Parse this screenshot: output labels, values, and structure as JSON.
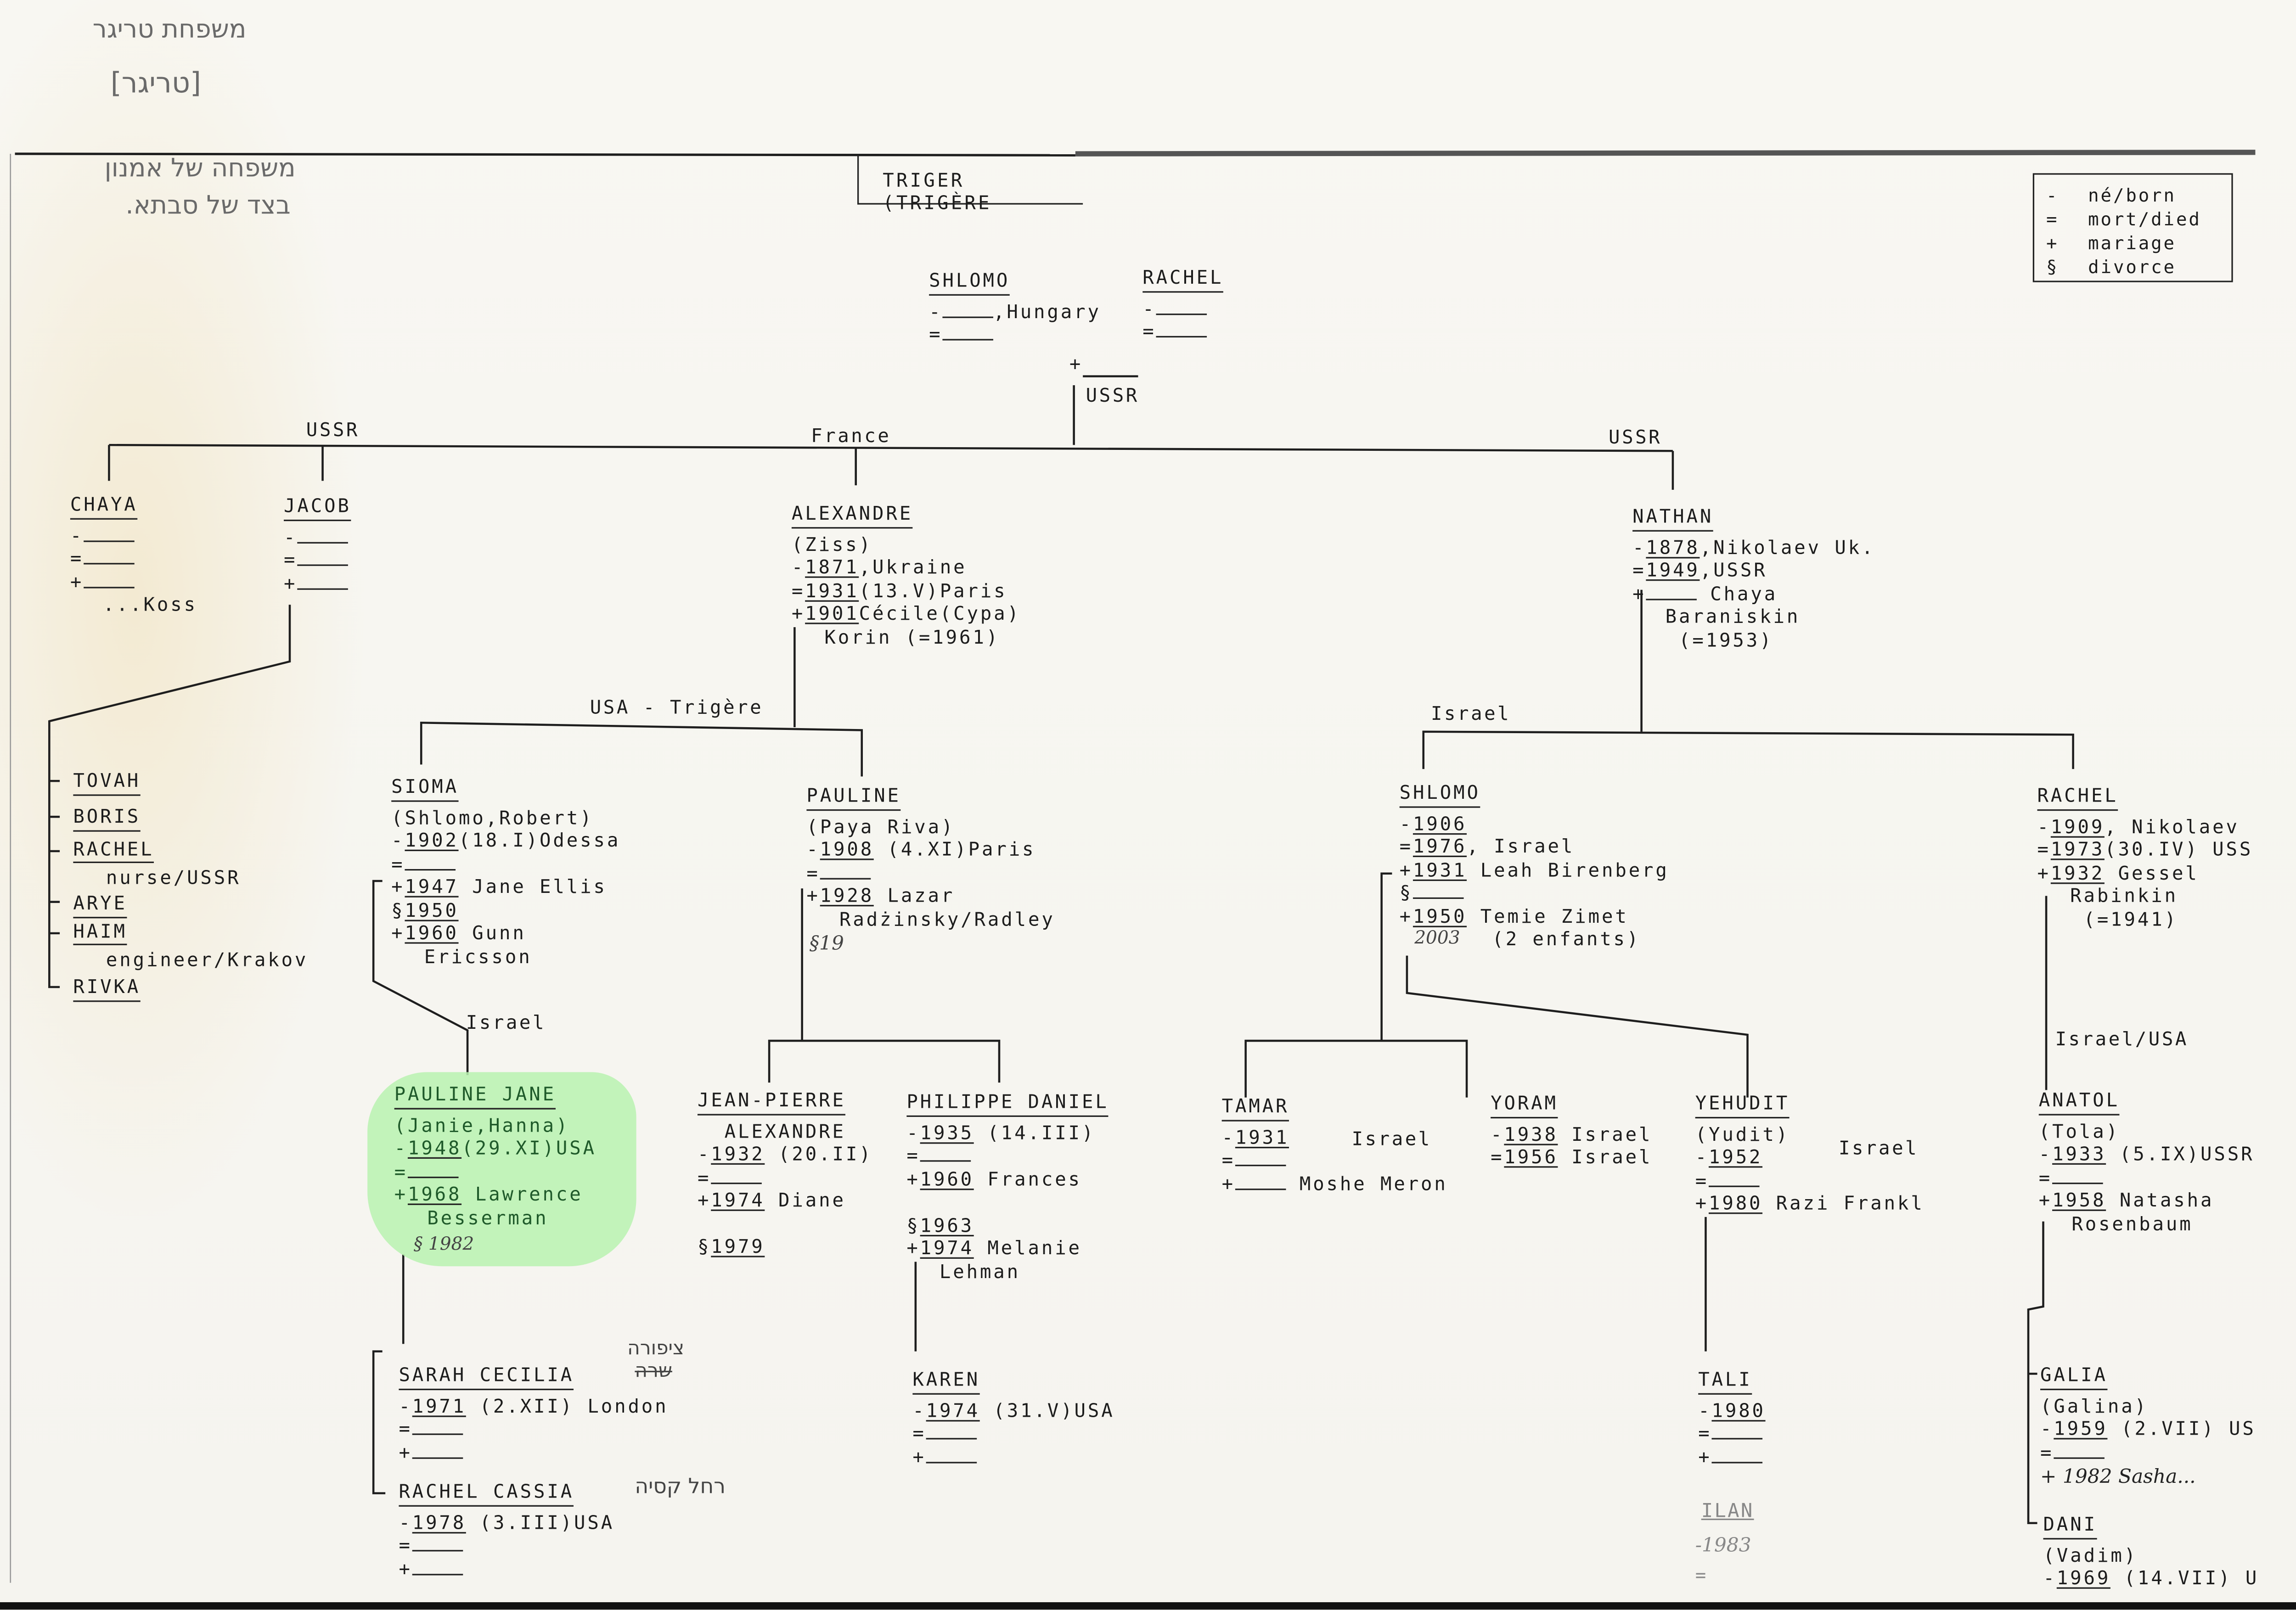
{
  "handwritten_header": {
    "family_title": "משפחת טריגר",
    "family_alt": "[טריגר]",
    "note_line1": "משפחה של אמנון",
    "note_line2": "בצד של סבתא."
  },
  "title": "TRIGER  (TRIGÈRE",
  "legend": [
    {
      "symbol": "-",
      "meaning": "né/born"
    },
    {
      "symbol": "=",
      "meaning": "mort/died"
    },
    {
      "symbol": "+",
      "meaning": "mariage"
    },
    {
      "symbol": "§",
      "meaning": "divorce"
    }
  ],
  "branch_labels": {
    "ussr_top": "USSR",
    "ussr_left": "USSR",
    "france": "France",
    "ussr_right": "USSR",
    "usa_trigere": "USA - Trigère",
    "israel_sioma": "Israel",
    "israel_nathan": "Israel",
    "israel_usa": "Israel/USA",
    "tamar_place": "Israel",
    "yehudit_place": "Israel"
  },
  "people": {
    "shlomo_sr": {
      "name": "SHLOMO",
      "lines": [
        {
          "s": "-",
          "d": "",
          "t": ",Hungary"
        },
        {
          "s": "=",
          "d": ""
        }
      ]
    },
    "rachel_sr": {
      "name": "RACHEL",
      "lines": [
        {
          "s": "-",
          "d": ""
        },
        {
          "s": "=",
          "d": ""
        }
      ]
    },
    "chaya": {
      "name": "CHAYA",
      "lines": [
        {
          "s": "-",
          "d": ""
        },
        {
          "s": "=",
          "d": ""
        },
        {
          "s": "+",
          "d": ""
        },
        {
          "t": "...Koss"
        }
      ]
    },
    "jacob": {
      "name": "JACOB",
      "lines": [
        {
          "s": "-",
          "d": ""
        },
        {
          "s": "=",
          "d": ""
        },
        {
          "s": "+",
          "d": ""
        }
      ]
    },
    "tovah": {
      "name": "TOVAH",
      "lines": []
    },
    "boris": {
      "name": "BORIS",
      "lines": []
    },
    "rachel_j": {
      "name": "RACHEL",
      "lines": [
        {
          "t": "nurse/USSR"
        }
      ]
    },
    "arye": {
      "name": "ARYE",
      "lines": []
    },
    "haim": {
      "name": "HAIM",
      "lines": [
        {
          "t": "engineer/Krakov"
        }
      ]
    },
    "rivka": {
      "name": "RIVKA",
      "lines": []
    },
    "alexandre": {
      "name": "ALEXANDRE",
      "alias": "(Ziss)",
      "lines": [
        {
          "s": "-",
          "d": "1871",
          "t": ",Ukraine"
        },
        {
          "s": "=",
          "d": "1931",
          "t": "(13.V)Paris"
        },
        {
          "s": "+",
          "d": "1901",
          "t": "Cécile(Cypa)"
        },
        {
          "t": "Korin (=1961)"
        }
      ]
    },
    "nathan": {
      "name": "NATHAN",
      "lines": [
        {
          "s": "-",
          "d": "1878",
          "t": ",Nikolaev Uk."
        },
        {
          "s": "=",
          "d": "1949",
          "t": ",USSR"
        },
        {
          "s": "+",
          "d": "",
          "t": " Chaya"
        },
        {
          "t": "Baraniskin"
        },
        {
          "t": " (=1953)"
        }
      ]
    },
    "sioma": {
      "name": "SIOMA",
      "alias": "(Shlomo,Robert)",
      "lines": [
        {
          "s": "-",
          "d": "1902",
          "t": "(18.I)Odessa"
        },
        {
          "s": "=",
          "d": ""
        },
        {
          "s": "+",
          "d": "1947",
          "t": " Jane Ellis"
        },
        {
          "s": "§",
          "d": "1950"
        },
        {
          "s": "+",
          "d": "1960",
          "t": " Gunn"
        },
        {
          "t": "Ericsson"
        }
      ]
    },
    "pauline": {
      "name": "PAULINE",
      "alias": "(Paya Riva)",
      "lines": [
        {
          "s": "-",
          "d": "1908",
          "t": " (4.XI)Paris"
        },
        {
          "s": "=",
          "d": ""
        },
        {
          "s": "+",
          "d": "1928",
          "t": " Lazar"
        },
        {
          "t": "Radżinsky/Radley"
        }
      ]
    },
    "shlomo": {
      "name": "SHLOMO",
      "lines": [
        {
          "s": "-",
          "d": "1906"
        },
        {
          "s": "=",
          "d": "1976",
          "t": ", Israel"
        },
        {
          "s": "+",
          "d": "1931",
          "t": " Leah Birenberg"
        },
        {
          "s": "§",
          "d": ""
        },
        {
          "s": "+",
          "d": "1950",
          "t": " Temie Zimet"
        },
        {
          "t": "(2 enfants)"
        }
      ]
    },
    "rachel_n": {
      "name": "RACHEL",
      "lines": [
        {
          "s": "-",
          "d": "1909",
          "t": ", Nikolaev"
        },
        {
          "s": "=",
          "d": "1973",
          "t": "(30.IV) USS"
        },
        {
          "s": "+",
          "d": "1932",
          "t": " Gessel"
        },
        {
          "t": "Rabinkin"
        },
        {
          "t": " (=1941)"
        }
      ]
    },
    "pauline_jane": {
      "name": "PAULINE JANE",
      "alias": "(Janie,Hanna)",
      "lines": [
        {
          "s": "-",
          "d": "1948",
          "t": "(29.XI)USA"
        },
        {
          "s": "=",
          "d": ""
        },
        {
          "s": "+",
          "d": "1968",
          "t": " Lawrence"
        },
        {
          "t": "Besserman"
        }
      ]
    },
    "jean_pierre": {
      "name": "JEAN-PIERRE",
      "alias": "  ALEXANDRE",
      "lines": [
        {
          "s": "-",
          "d": "1932",
          "t": " (20.II)"
        },
        {
          "s": "=",
          "d": ""
        },
        {
          "s": "+",
          "d": "1974",
          "t": " Diane"
        },
        {
          "t": ""
        },
        {
          "s": "§",
          "d": "1979"
        }
      ]
    },
    "philippe": {
      "name": "PHILIPPE DANIEL",
      "lines": [
        {
          "s": "-",
          "d": "1935",
          "t": " (14.III)"
        },
        {
          "s": "=",
          "d": ""
        },
        {
          "s": "+",
          "d": "1960",
          "t": " Frances"
        },
        {
          "t": ""
        },
        {
          "s": "§",
          "d": "1963"
        },
        {
          "s": "+",
          "d": "1974",
          "t": " Melanie"
        },
        {
          "t": "Lehman"
        }
      ]
    },
    "tamar": {
      "name": "TAMAR",
      "lines": [
        {
          "s": "-",
          "d": "1931"
        },
        {
          "s": "=",
          "d": ""
        },
        {
          "s": "+",
          "d": "",
          "t": " Moshe Meron"
        }
      ]
    },
    "yoram": {
      "name": "YORAM",
      "lines": [
        {
          "s": "-",
          "d": "1938",
          "t": " Israel"
        },
        {
          "s": "=",
          "d": "1956",
          "t": " Israel"
        }
      ]
    },
    "yehudit": {
      "name": "YEHUDIT",
      "alias": "(Yudit)",
      "lines": [
        {
          "s": "-",
          "d": "1952"
        },
        {
          "s": "=",
          "d": ""
        },
        {
          "s": "+",
          "d": "1980",
          "t": " Razi Frankl"
        }
      ]
    },
    "anatol": {
      "name": "ANATOL",
      "alias": "(Tola)",
      "lines": [
        {
          "s": "-",
          "d": "1933",
          "t": " (5.IX)USSR"
        },
        {
          "s": "=",
          "d": ""
        },
        {
          "s": "+",
          "d": "1958",
          "t": " Natasha"
        },
        {
          "t": "Rosenbaum"
        }
      ]
    },
    "sarah": {
      "name": "SARAH CECILIA",
      "lines": [
        {
          "s": "-",
          "d": "1971",
          "t": " (2.XII) London"
        },
        {
          "s": "=",
          "d": ""
        },
        {
          "s": "+",
          "d": ""
        }
      ]
    },
    "rachel_c": {
      "name": "RACHEL CASSIA",
      "lines": [
        {
          "s": "-",
          "d": "1978",
          "t": " (3.III)USA"
        },
        {
          "s": "=",
          "d": ""
        },
        {
          "s": "+",
          "d": ""
        }
      ]
    },
    "karen": {
      "name": "KAREN",
      "lines": [
        {
          "s": "-",
          "d": "1974",
          "t": " (31.V)USA"
        },
        {
          "s": "=",
          "d": ""
        },
        {
          "s": "+",
          "d": ""
        }
      ]
    },
    "tali": {
      "name": "TALI",
      "lines": [
        {
          "s": "-",
          "d": "1980"
        },
        {
          "s": "=",
          "d": ""
        },
        {
          "s": "+",
          "d": ""
        }
      ]
    },
    "galia": {
      "name": "GALIA",
      "alias": "(Galina)",
      "lines": [
        {
          "s": "-",
          "d": "1959",
          "t": " (2.VII) US"
        },
        {
          "s": "=",
          "d": ""
        }
      ]
    },
    "dani": {
      "name": "DANI",
      "alias": "(Vadim)",
      "lines": [
        {
          "s": "-",
          "d": "1969",
          "t": " (14.VII) U"
        }
      ]
    }
  },
  "handwritten": {
    "pauline_divorce": "§19",
    "pauline_jane_divorce": "§ 1982",
    "shlomo_death": "2003",
    "galia_marriage": "+ 1982  Sasha...",
    "ilan_name": "ILAN",
    "ilan_born": "-1983",
    "ilan_died": "=",
    "sarah_hebrew_1": "ציפורה",
    "sarah_hebrew_2": "שרה",
    "rachel_cassia_hebrew": "רחל קסיה"
  }
}
